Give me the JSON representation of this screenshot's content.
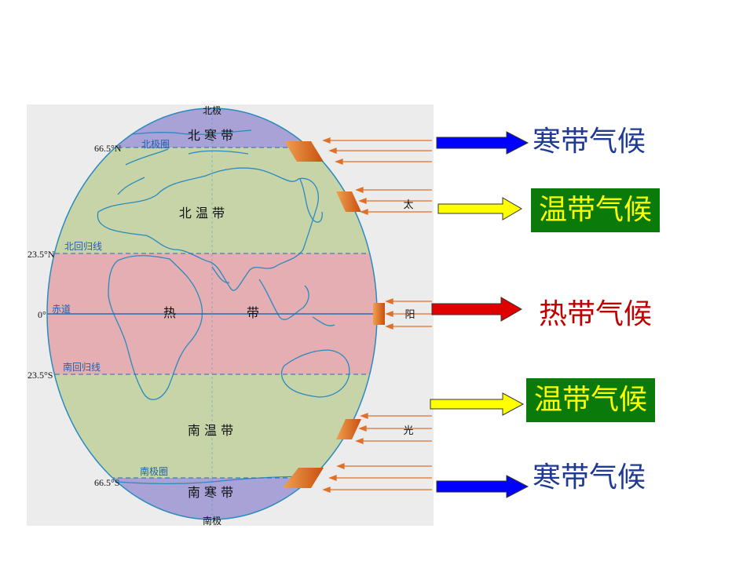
{
  "poles": {
    "north": "北极",
    "south": "南极"
  },
  "latitudes": {
    "arctic": "66.5°N",
    "cancer": "23.5°N",
    "equator": "0°",
    "capricorn": "23.5°S",
    "antarctic": "66.5°S"
  },
  "circles": {
    "arctic": "北极圈",
    "cancer": "北回归线",
    "equator": "赤道",
    "capricorn": "南回归线",
    "antarctic": "南极圈"
  },
  "zones": {
    "north_frigid": "北 寒 带",
    "north_temperate": "北 温 带",
    "torrid_left": "热",
    "torrid_right": "带",
    "south_temperate": "南 温 带",
    "south_frigid": "南 寒 带"
  },
  "sunlight_chars": [
    "太",
    "阳",
    "光"
  ],
  "climates": [
    {
      "text": "寒带气候",
      "arrow_color": "#0000ff",
      "text_color": "#1f3a93"
    },
    {
      "text": "温带气候",
      "arrow_color": "#ffff00",
      "text_color": "#ffff00",
      "bg": "#0a7a0a"
    },
    {
      "text": "热带气候",
      "arrow_color": "#e00000",
      "text_color": "#c00000"
    },
    {
      "text": "温带气候",
      "arrow_color": "#ffff00",
      "text_color": "#ffff00",
      "bg": "#0a7a0a"
    },
    {
      "text": "寒带气候",
      "arrow_color": "#0000ff",
      "text_color": "#1f3a93"
    }
  ],
  "colors": {
    "frigid": "#a8a2d6",
    "temperate": "#c6d4a8",
    "torrid": "#e4aeb2",
    "outline": "#2a8ac0",
    "ray": "#e07028",
    "panel": "#ececec"
  }
}
